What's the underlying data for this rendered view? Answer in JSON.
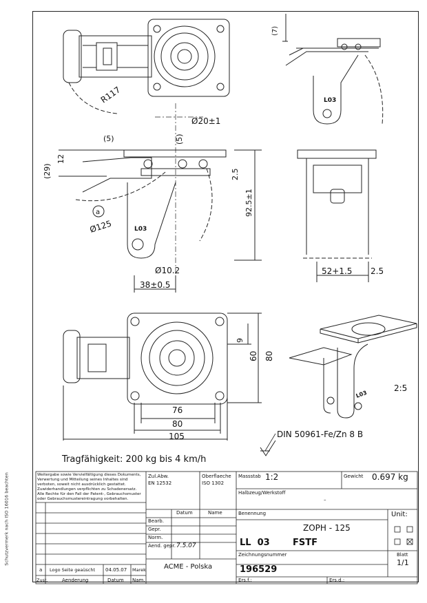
{
  "side_note": "Schutzvermerk nach ISO 16016 beachten",
  "dimensions": {
    "r117": "R117",
    "d20": "Ø20±1",
    "dim7": "(7)",
    "dim5a": "(5)",
    "dim5b": "(5)",
    "dim29": "(29)",
    "dim12": "12",
    "dim2_5": "2.5",
    "dim92_5": "92.5±1",
    "d125": "Ø125",
    "detail_a": "a",
    "d10_2": "Ø10.2",
    "dim38": "38±0.5",
    "dim52": "52+1.5",
    "dim2_5b": "2.5",
    "dim9": "9",
    "dim60": "60",
    "dim80v": "80",
    "dim76": "76",
    "dim80h": "80",
    "dim105": "105",
    "scale_iso": "2:5",
    "part_label": "L03"
  },
  "din_note": "DIN 50961-Fe/Zn 8 B",
  "capacity": "Tragfähigkeit: 200 kg bis 4 km/h",
  "titleblock": {
    "copyright": "Weitergabe sowie Vervielfältigung dieses Dokuments, Verwertung und Mitteilung seines Inhaltes sind verboten, soweit nicht ausdrücklich gestattet. Zuwiderhandlungen verpflichten zu Schadenersatz. Alle Rechte für den Fall der Patent-, Gebrauchsmuster oder Gebrauchsmustereintragung vorbehalten.",
    "zul_abw_label": "Zul.Abw.",
    "zul_abw_value": "EN 12532",
    "oberflaeche_label": "Oberflaeche",
    "oberflaeche_value": "ISO 1302",
    "massstab_label": "Massstab",
    "massstab_value": "1:2",
    "gewicht_label": "Gewicht",
    "gewicht_value": "0.697 kg",
    "halbzeug_label": "Halbzeug/Werkstoff",
    "halbzeug_value": "–",
    "datum_label": "Datum",
    "name_label": "Name",
    "benennung_label": "Benennung",
    "unit_label": "Unit:",
    "bearb": "Bearb.",
    "gepr": "Gepr.",
    "norm": "Norm.",
    "aend_gepr": "Aend. gepr.",
    "aend_date": "7.5.07",
    "title1": "ZOPH - 125",
    "title2a": "LL  03",
    "title2b": "FSTF",
    "zeichnungsnummer_label": "Zeichnungsnummer",
    "drawing_number": "196529",
    "company": "ACME - Polska",
    "blatt_label": "Blatt",
    "blatt_value": "1/1",
    "ers_fuer": "Ers.f.:",
    "ers_durch": "Ers.d.:",
    "rev_index": "a",
    "rev_text": "Logo Seite geaüscht",
    "rev_date": "04.05.07",
    "rev_name": "Marek",
    "zust": "Zust.",
    "aenderung": "Aenderung",
    "datum2": "Datum",
    "nam": "Nam."
  }
}
